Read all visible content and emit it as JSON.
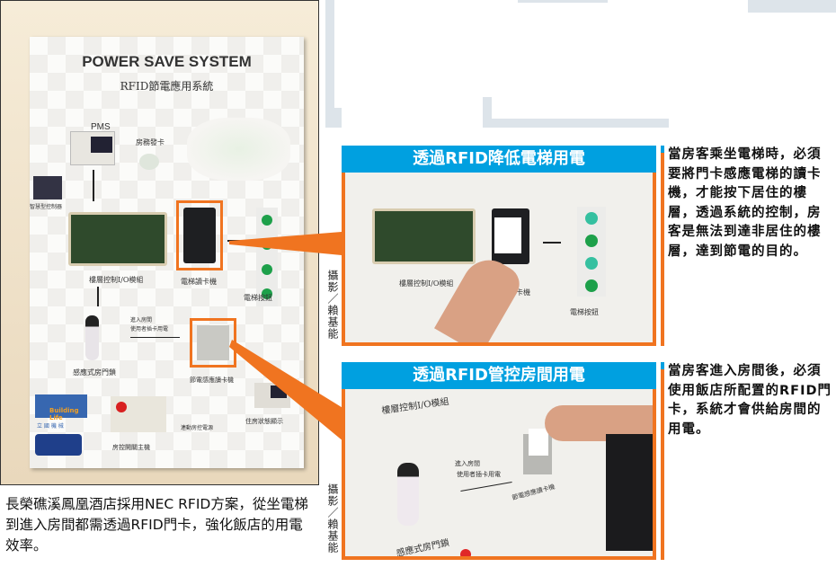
{
  "left_photo": {
    "board_title": "POWER SAVE SYSTEM",
    "board_subtitle": "RFID節電應用系統",
    "labels": {
      "pms": "PMS",
      "card_issuer": "房務發卡",
      "smart_controller": "智慧型控制器",
      "floor_io": "樓層控制I/O模組",
      "elevator_reader": "電梯讀卡機",
      "elevator_buttons": "電梯按鈕",
      "door_lock": "感應式房門鎖",
      "enter_room": "進入房間",
      "insert_card": "使用者插卡用電",
      "power_reader": "節電感應讀卡機",
      "status_display": "住房狀態顯示",
      "auto_power": "連動房控電源",
      "room_control": "房控開關主機",
      "brand": "Building Life",
      "brand_sub": "立 國 機 械"
    }
  },
  "caption": "長榮礁溪鳳凰酒店採用NEC RFID方案，從坐電梯到進入房間都需透過RFID門卡，強化飯店的用電效率。",
  "photo_credit_1": "攝影／賴基能",
  "photo_credit_2": "攝影／賴基能",
  "section1": {
    "title": "透過RFID降低電梯用電",
    "text": "當房客乘坐電梯時，必須要將門卡感應電梯的讀卡機，才能按下居住的樓層，透過系統的控制，房客是無法到達非居住的樓層，達到節電的目的。",
    "labels": {
      "floor_io": "樓層控制I/O模組",
      "reader": "卡機",
      "buttons": "電梯按鈕"
    }
  },
  "section2": {
    "title": "透過RFID管控房間用電",
    "text": "當房客進入房間後，必須使用飯店所配置的RFID門卡，系統才會供給房間的用電。",
    "labels": {
      "floor_io": "樓層控制I/O模組",
      "enter_room": "進入房間",
      "insert_card": "使用者插卡用電",
      "power_reader": "節電感應讀卡機",
      "door_lock": "感應式房門鎖"
    }
  },
  "colors": {
    "accent_blue": "#00a0e0",
    "accent_orange": "#f07420"
  }
}
